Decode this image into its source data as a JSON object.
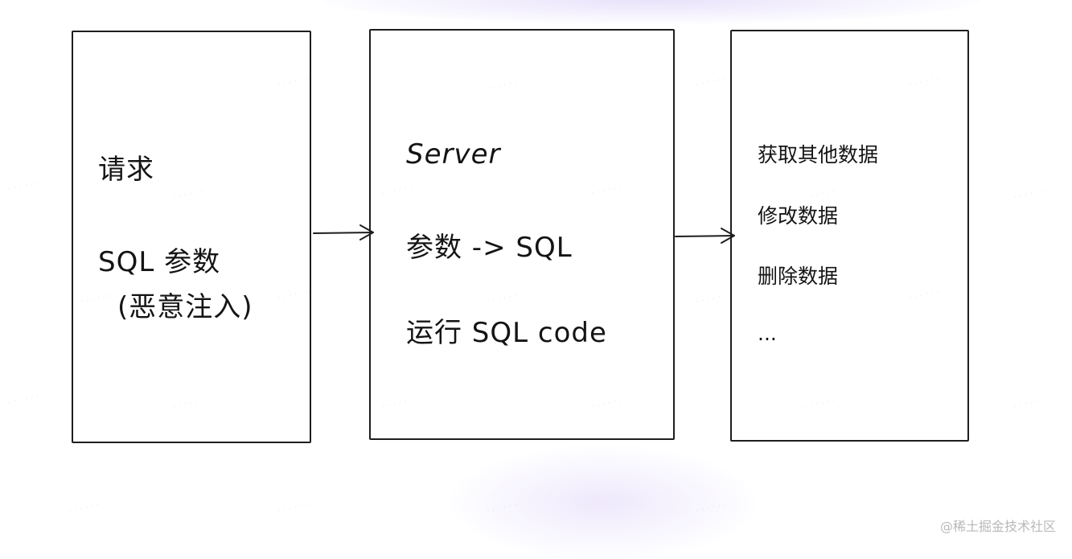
{
  "request_box": {
    "title": "请求",
    "param_line1": "SQL 参数",
    "param_line2": "(恶意注入)"
  },
  "server_box": {
    "title": "Server",
    "line1": "参数 -> SQL",
    "line2": "运行 SQL code"
  },
  "results_box": {
    "items": [
      "获取其他数据",
      "修改数据",
      "删除数据",
      "..."
    ]
  },
  "watermark_text": "@稀土掘金技术社区"
}
